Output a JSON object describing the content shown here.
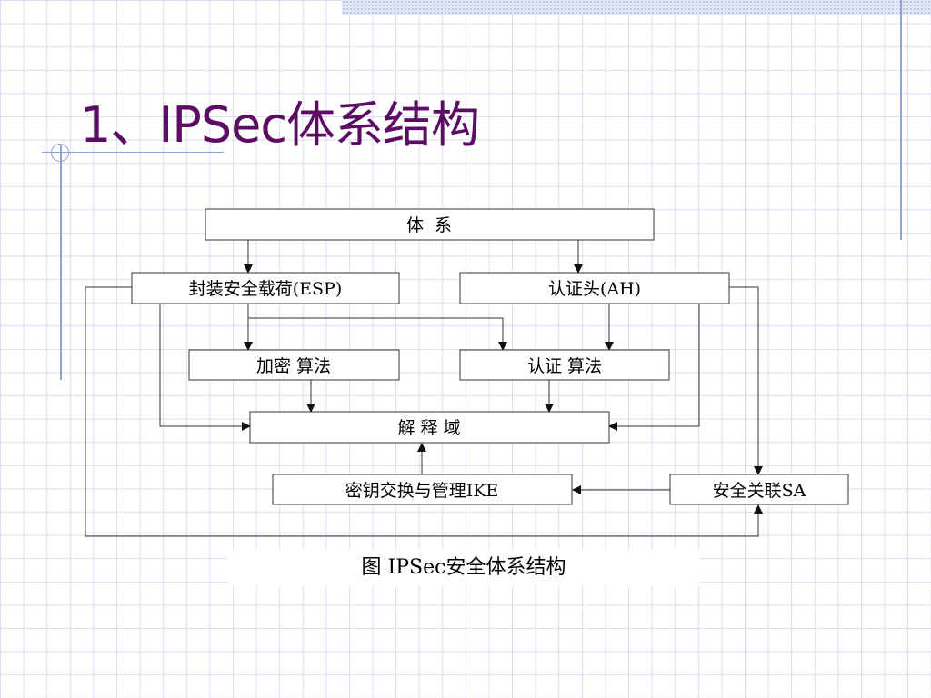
{
  "slide": {
    "title": "1、IPSec体系结构",
    "caption": "图 IPSec安全体系结构"
  },
  "diagram": {
    "nodes": {
      "architecture": "体  系",
      "esp": "封装安全载荷(ESP)",
      "ah": "认证头(AH)",
      "encryption_algorithm": "加密 算法",
      "authentication_algorithm": "认证 算法",
      "doi": "解 释 域",
      "ike": "密钥交换与管理IKE",
      "sa": "安全关联SA"
    }
  },
  "colors": {
    "title": "#5c0c63",
    "grid": "#d9deef",
    "accent_line": "#8fa3d6",
    "box_stroke": "#333333"
  }
}
